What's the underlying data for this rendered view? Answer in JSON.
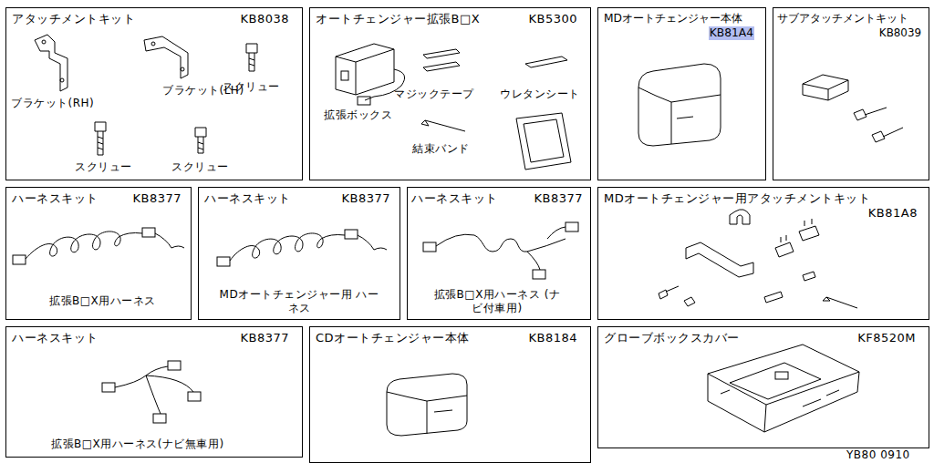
{
  "diagram": {
    "nodes": [
      {
        "text": [
          "アタッチメントキット",
          "KB8038"
        ]
      },
      {
        "text": [
          "オートチェンジャー拡張B□X",
          "KB5300"
        ]
      },
      {
        "text": [
          "MDオートチェンジャー本体",
          "KB81A4"
        ]
      },
      {
        "text": [
          "サブアタッチメントキット",
          "KB8039"
        ]
      },
      {
        "text": [
          "ハーネスキット",
          "KB8377"
        ]
      },
      {
        "text": [
          "ハーネスキット",
          "KB8377"
        ]
      },
      {
        "text": [
          "ハーネスキット",
          "KB8377"
        ]
      },
      {
        "text": [
          "MDオートチェンジャー用アタッチメントキット",
          "KB81A8"
        ]
      },
      {
        "text": [
          "ハーネスキット",
          "KB8377"
        ]
      },
      {
        "text": [
          "CDオートチェンジャー本体",
          "KB8184"
        ]
      },
      {
        "text": [
          "グローブボックスカバー",
          "KF8520M"
        ]
      }
    ],
    "labels": [
      "ブラケット(RH)",
      "ブラケット(LH)",
      "スクリュー",
      "スクリュー",
      "スクリュー",
      "マジックテープ",
      "ウレタンシート",
      "拡張ボックス",
      "結束バンド",
      "拡張B□X用ハーネス",
      "MDオートチェンジャー用 ハーネス",
      "拡張B□X用ハーネス (ナビ付車用)",
      "拡張B□X用ハーネス(ナビ無車用)",
      "YB80 0910"
    ]
  }
}
